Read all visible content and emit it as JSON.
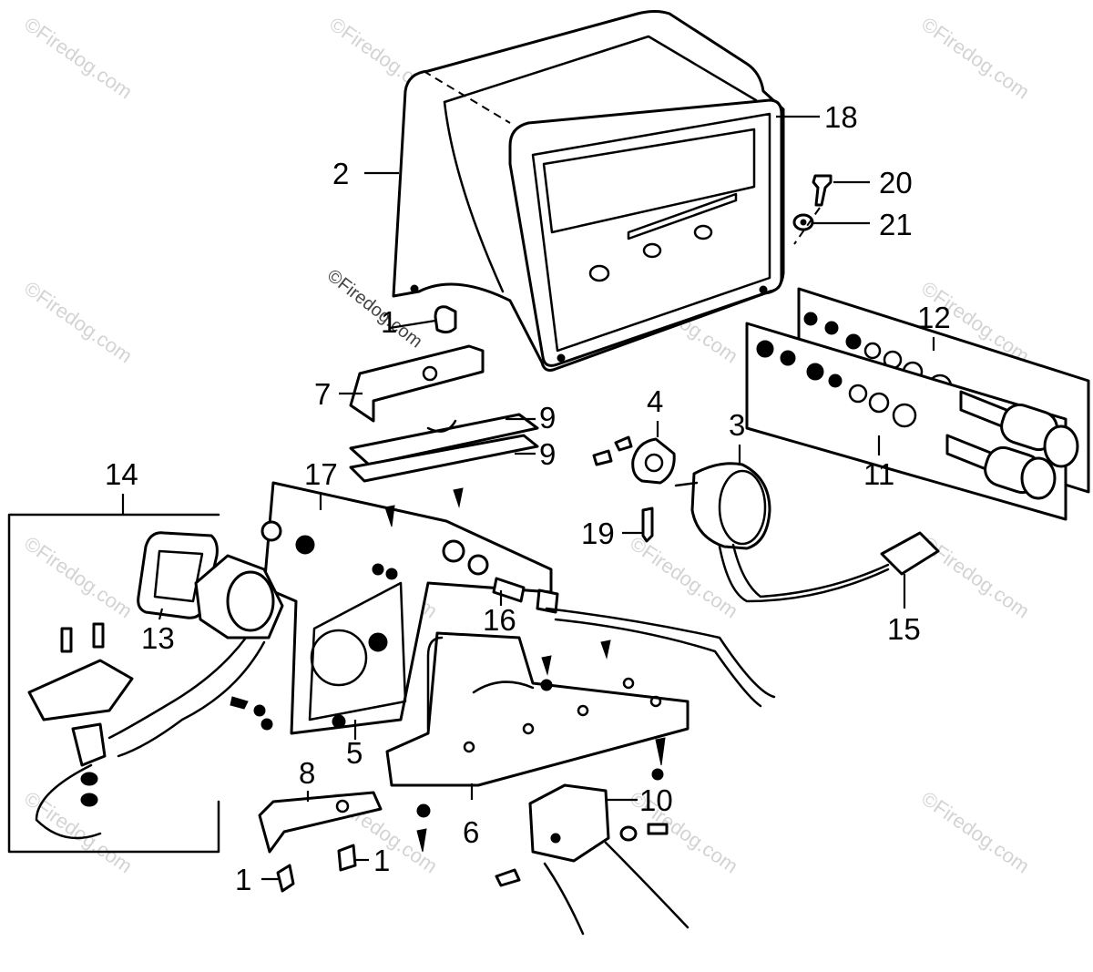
{
  "watermark": "©Firedog.com",
  "callouts": {
    "c1a": "1",
    "c1b": "1",
    "c1c": "1",
    "c2": "2",
    "c3": "3",
    "c4": "4",
    "c5": "5",
    "c6": "6",
    "c7": "7",
    "c8": "8",
    "c9a": "9",
    "c9b": "9",
    "c10": "10",
    "c11": "11",
    "c12": "12",
    "c13": "13",
    "c14": "14",
    "c15": "15",
    "c16": "16",
    "c17": "17",
    "c18": "18",
    "c19": "19",
    "c20": "20",
    "c21": "21"
  }
}
